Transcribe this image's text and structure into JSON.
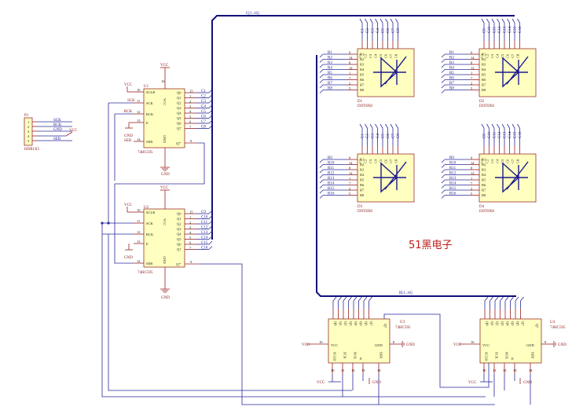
{
  "title": "51黑电子",
  "net_labels": {
    "vcc": "VCC",
    "gnd": "GND",
    "sck": "SCK",
    "rck": "RCK",
    "ser": "SER"
  },
  "connector": {
    "ref": "P1",
    "part": "HDR1X5",
    "pins": [
      "1",
      "2",
      "3",
      "4",
      "5"
    ],
    "nets": [
      "SCK",
      "RCK",
      "GND",
      "VCC",
      "SER"
    ]
  },
  "u1": {
    "ref": "U1",
    "part": "74HC595",
    "left_pins": [
      {
        "num": "10",
        "name": "SCLR"
      },
      {
        "num": "11",
        "name": "SCK"
      },
      {
        "num": "12",
        "name": "RCK"
      },
      {
        "num": "13",
        "name": "E"
      },
      {
        "num": "14",
        "name": "SER"
      }
    ],
    "right_pins": [
      {
        "num": "15",
        "name": "Q0"
      },
      {
        "num": "1",
        "name": "Q1"
      },
      {
        "num": "2",
        "name": "Q2"
      },
      {
        "num": "3",
        "name": "Q3"
      },
      {
        "num": "4",
        "name": "Q4"
      },
      {
        "num": "5",
        "name": "Q5"
      },
      {
        "num": "6",
        "name": "Q6"
      },
      {
        "num": "7",
        "name": "Q7"
      }
    ],
    "q7s": {
      "num": "9",
      "name": "Q7'"
    },
    "vcc_pin": "16",
    "gnd_pin": "8",
    "nets": [
      "C1",
      "C2",
      "C3",
      "C4",
      "C5",
      "C6",
      "C7",
      "C8"
    ]
  },
  "u2": {
    "ref": "U2",
    "part": "74HC595",
    "nets": [
      "C9",
      "C10",
      "C11",
      "C12",
      "C13",
      "C14",
      "C15",
      "C16"
    ]
  },
  "u3": {
    "ref": "U3",
    "part": "74HC595"
  },
  "u4": {
    "ref": "U4",
    "part": "74HC595"
  },
  "shift_bottom_pins": {
    "top_left": "VCC",
    "top_right": "GND",
    "bottom": [
      "SCLR",
      "SCK",
      "RCK",
      "E",
      "SER"
    ],
    "q": [
      "Q0",
      "Q1",
      "Q2",
      "Q3",
      "Q4",
      "Q5",
      "Q6",
      "Q7"
    ],
    "q7s": "Q7'",
    "nums": {
      "vcc": "16",
      "gnd": "8",
      "sclr": "10",
      "e": "13",
      "ser": "14",
      "q7s": "9"
    }
  },
  "bus_labels": {
    "top": "C[1..16]",
    "bottom": "R[1..16]"
  },
  "matrices": [
    {
      "ref": "D1",
      "part": "DOT8X8",
      "rows": [
        "R1",
        "R2",
        "R3",
        "R4",
        "R5",
        "R6",
        "R7",
        "R8"
      ],
      "cols": [
        "C1",
        "C2",
        "C3",
        "C4",
        "C5",
        "C6",
        "C7",
        "C8"
      ]
    },
    {
      "ref": "D2",
      "part": "DOT8X8",
      "rows": [
        "R1",
        "R2",
        "R3",
        "R4",
        "R5",
        "R6",
        "R7",
        "R8"
      ],
      "cols": [
        "C9",
        "C10",
        "C11",
        "C12",
        "C13",
        "C14",
        "C15",
        "C16"
      ]
    },
    {
      "ref": "D3",
      "part": "DOT8X8",
      "rows": [
        "R9",
        "R10",
        "R11",
        "R12",
        "R13",
        "R14",
        "R15",
        "R16"
      ],
      "cols": [
        "C1",
        "C2",
        "C3",
        "C4",
        "C5",
        "C6",
        "C7",
        "C8"
      ]
    },
    {
      "ref": "D4",
      "part": "DOT8X8",
      "rows": [
        "R9",
        "R10",
        "R11",
        "R12",
        "R13",
        "R14",
        "R15",
        "R16"
      ],
      "cols": [
        "C9",
        "C10",
        "C11",
        "C12",
        "C13",
        "C14",
        "C15",
        "C16"
      ]
    }
  ],
  "matrix_pins_left": [
    "9",
    "14",
    "8",
    "12",
    "1",
    "7",
    "2",
    "5"
  ],
  "matrix_pins_in": [
    "R1",
    "R2",
    "R3",
    "R4",
    "R5",
    "R6",
    "R7",
    "R8"
  ],
  "matrix_pins_top": [
    "C1",
    "C2",
    "C3",
    "C4",
    "C5",
    "C6",
    "C7",
    "C8"
  ]
}
